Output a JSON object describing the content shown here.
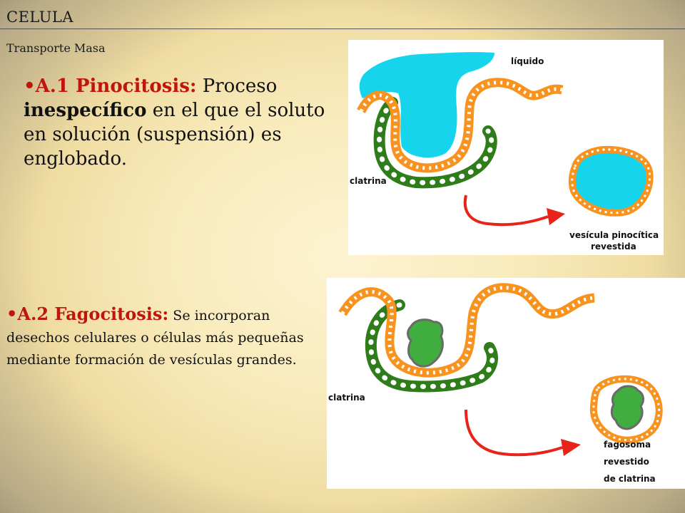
{
  "header": {
    "title": "CELULA"
  },
  "subtitle": "Transporte Masa",
  "pinocitosis": {
    "term": "A.1 Pinocitosis:",
    "text_a": " Proceso ",
    "emphasis": "inespecífico",
    "text_b": " en el que el soluto en solución (suspensión) es englobado."
  },
  "fagocitosis": {
    "term": "A.2 Fagocitosis:",
    "text": " Se incorporan desechos celulares o células más pequeñas mediante formación de vesículas grandes."
  },
  "diagram_pinocitosis": {
    "label_liquid": "líquido",
    "label_clathrin": "clatrina",
    "label_vesicle_1": "vesícula pinocítica",
    "label_vesicle_2": "revestida"
  },
  "diagram_fagocitosis": {
    "label_clathrin": "clatrina",
    "label_vesicle_1": "fagosoma",
    "label_vesicle_2": "revestido",
    "label_vesicle_3": "de clatrina"
  },
  "colors": {
    "membrane": "#f7931e",
    "clathrin": "#2e7d1a",
    "liquid": "#15d4ec",
    "particle": "#3fae3f",
    "arrow": "#e8231a",
    "term": "#c0150c"
  }
}
